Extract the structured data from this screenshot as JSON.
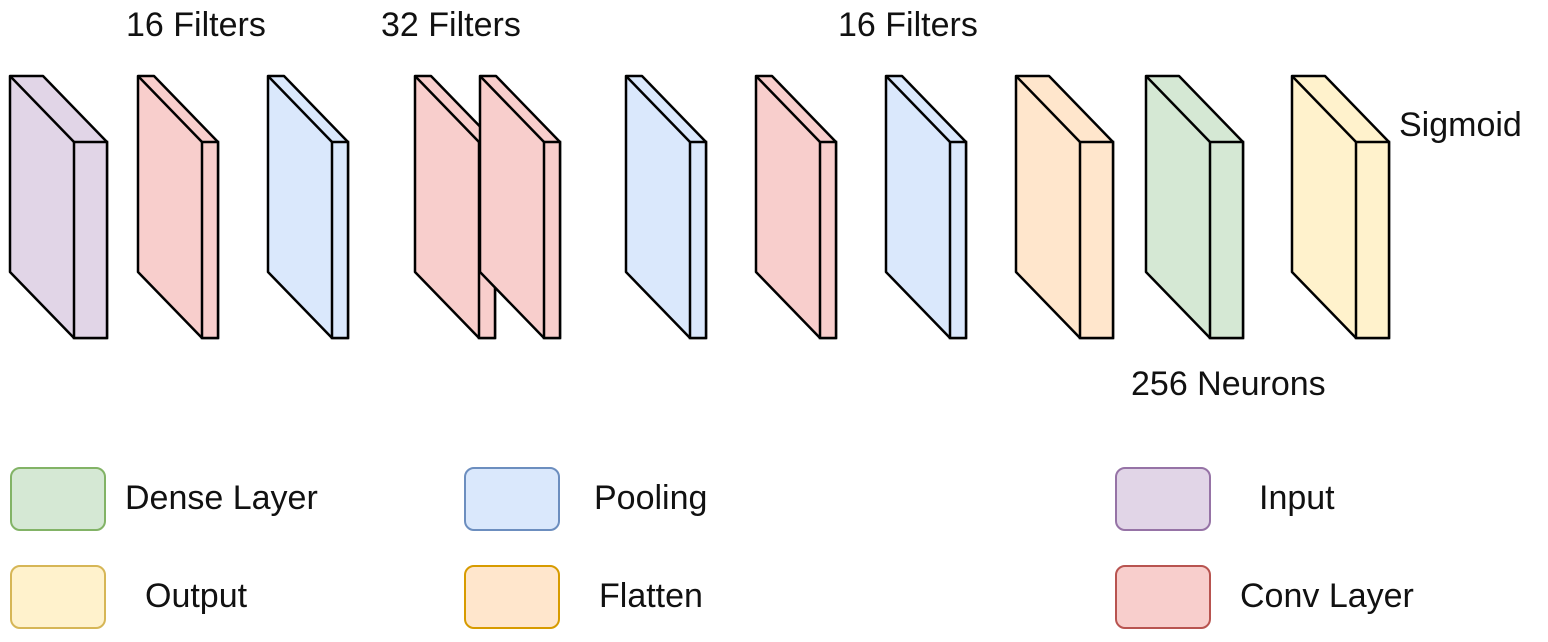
{
  "annotations": {
    "top_filters_1": "16 Filters",
    "top_filters_2": "32 Filters",
    "top_filters_3": "16 Filters",
    "sigmoid": "Sigmoid",
    "neurons": "256 Neurons"
  },
  "layers": [
    {
      "type": "input",
      "fill": "#e1d5e7",
      "size": "large"
    },
    {
      "type": "conv",
      "fill": "#f8cecc",
      "size": "thin"
    },
    {
      "type": "pool",
      "fill": "#dae8fc",
      "size": "thin"
    },
    {
      "type": "conv",
      "fill": "#f8cecc",
      "size": "thin"
    },
    {
      "type": "conv",
      "fill": "#f8cecc",
      "size": "thin"
    },
    {
      "type": "pool",
      "fill": "#dae8fc",
      "size": "thin"
    },
    {
      "type": "conv",
      "fill": "#f8cecc",
      "size": "thin"
    },
    {
      "type": "pool",
      "fill": "#dae8fc",
      "size": "thin"
    },
    {
      "type": "flatten",
      "fill": "#ffe6cc",
      "size": "large"
    },
    {
      "type": "dense",
      "fill": "#d5e8d4",
      "size": "large"
    },
    {
      "type": "output",
      "fill": "#fff2cc",
      "size": "large"
    }
  ],
  "legend": [
    {
      "key": "dense",
      "label": "Dense Layer",
      "fill": "#d5e8d4",
      "stroke": "#82b366"
    },
    {
      "key": "pool",
      "label": "Pooling",
      "fill": "#dae8fc",
      "stroke": "#6c8ebf"
    },
    {
      "key": "input",
      "label": "Input",
      "fill": "#e1d5e7",
      "stroke": "#9673a6"
    },
    {
      "key": "output",
      "label": "Output",
      "fill": "#fff2cc",
      "stroke": "#d6b656"
    },
    {
      "key": "flatten",
      "label": "Flatten",
      "fill": "#ffe6cc",
      "stroke": "#d79b00"
    },
    {
      "key": "conv",
      "label": "Conv Layer",
      "fill": "#f8cecc",
      "stroke": "#b85450"
    }
  ]
}
